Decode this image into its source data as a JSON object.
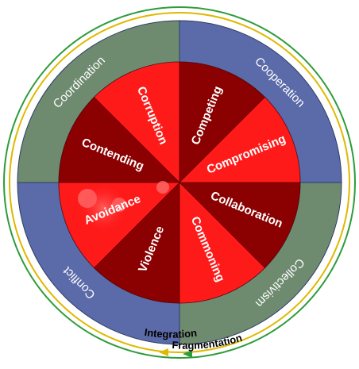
{
  "quadrants": [
    {
      "label": "Coordination",
      "color": "#6e8b70"
    },
    {
      "label": "Cooperation",
      "color": "#5b6aa8"
    },
    {
      "label": "Collectivism",
      "color": "#6e8b70"
    },
    {
      "label": "Conflict",
      "color": "#5b6aa8"
    }
  ],
  "segments": [
    {
      "label": "Corruption",
      "color": "#ff1a1a"
    },
    {
      "label": "Competing",
      "color": "#8b0000"
    },
    {
      "label": "Compromising",
      "color": "#ff1a1a"
    },
    {
      "label": "Collaboration",
      "color": "#8b0000"
    },
    {
      "label": "Commoning",
      "color": "#ff1a1a"
    },
    {
      "label": "Violence",
      "color": "#8b0000"
    },
    {
      "label": "Avoidance",
      "color": "#ff1a1a"
    },
    {
      "label": "Contending",
      "color": "#8b0000"
    }
  ],
  "arrows": {
    "integration": {
      "label": "Integration",
      "color": "#e0b800"
    },
    "fragmentation": {
      "label": "Fragmentation",
      "color": "#2e9c3a"
    }
  }
}
